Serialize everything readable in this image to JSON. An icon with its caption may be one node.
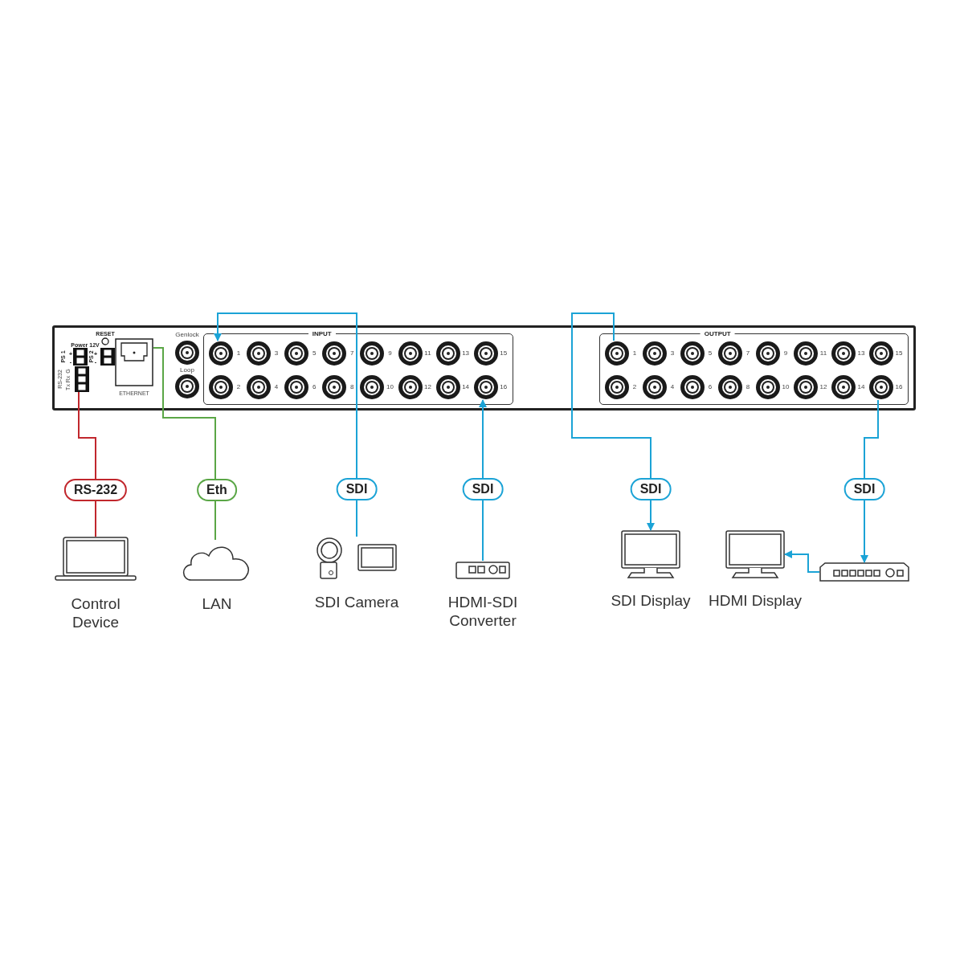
{
  "diagram": {
    "nodes": [
      {
        "text": [],
        "shape": "box"
      },
      {
        "text": [
          "RESET"
        ],
        "in": 0
      },
      {
        "text": [
          "PS 1"
        ],
        "in": 0
      },
      {
        "text": [
          "PS 2"
        ],
        "in": 0
      },
      {
        "text": [
          "RS-232"
        ],
        "in": 0,
        "beside": [
          "Tx",
          "Rx",
          "G"
        ]
      },
      {
        "text": [
          "ETHERNET"
        ],
        "in": 0
      },
      {
        "text": [
          "Genlock"
        ],
        "in": 0
      },
      {
        "text": [
          "Loop"
        ],
        "in": 0
      },
      {
        "text": [
          "INPUT"
        ],
        "in": 0
      },
      {
        "text": [
          "1"
        ],
        "in": 8
      },
      {
        "text": [
          "3"
        ],
        "in": 8
      },
      {
        "text": [
          "5"
        ],
        "in": 8
      },
      {
        "text": [
          "7"
        ],
        "in": 8
      },
      {
        "text": [
          "9"
        ],
        "in": 8
      },
      {
        "text": [
          "11"
        ],
        "in": 8
      },
      {
        "text": [
          "13"
        ],
        "in": 8
      },
      {
        "text": [
          "15"
        ],
        "in": 8
      },
      {
        "text": [
          "2"
        ],
        "in": 8
      },
      {
        "text": [
          "4"
        ],
        "in": 8
      },
      {
        "text": [
          "6"
        ],
        "in": 8
      },
      {
        "text": [
          "8"
        ],
        "in": 8
      },
      {
        "text": [
          "10"
        ],
        "in": 8
      },
      {
        "text": [
          "12"
        ],
        "in": 8
      },
      {
        "text": [
          "14"
        ],
        "in": 8
      },
      {
        "text": [
          "16"
        ],
        "in": 8
      },
      {
        "text": [
          "OUTPUT"
        ],
        "in": 0
      },
      {
        "text": [
          "1"
        ],
        "in": 25
      },
      {
        "text": [
          "3"
        ],
        "in": 25
      },
      {
        "text": [
          "5"
        ],
        "in": 25
      },
      {
        "text": [
          "7"
        ],
        "in": 25
      },
      {
        "text": [
          "9"
        ],
        "in": 25
      },
      {
        "text": [
          "11"
        ],
        "in": 25
      },
      {
        "text": [
          "13"
        ],
        "in": 25
      },
      {
        "text": [
          "15"
        ],
        "in": 25
      },
      {
        "text": [
          "2"
        ],
        "in": 25
      },
      {
        "text": [
          "4"
        ],
        "in": 25
      },
      {
        "text": [
          "6"
        ],
        "in": 25
      },
      {
        "text": [
          "8"
        ],
        "in": 25
      },
      {
        "text": [
          "10"
        ],
        "in": 25
      },
      {
        "text": [
          "12"
        ],
        "in": 25
      },
      {
        "text": [
          "14"
        ],
        "in": 25
      },
      {
        "text": [
          "16"
        ],
        "in": 25
      },
      {
        "text": [
          "Control Device"
        ]
      },
      {
        "text": [
          "LAN"
        ]
      },
      {
        "text": [
          "SDI Camera"
        ]
      },
      {
        "text": [
          "HDMI-SDI Converter"
        ]
      },
      {
        "text": [
          "SDI Display"
        ]
      },
      {
        "text": [
          "HDMI Display"
        ]
      },
      {
        "text": [],
        "shape": "picture"
      }
    ],
    "edges": [
      {
        "from": 4,
        "to": 42,
        "arrow": "none",
        "label": "RS-232",
        "color": "#c1272d"
      },
      {
        "from": 5,
        "to": 43,
        "arrow": "none",
        "label": "Eth",
        "color": "#5aa646"
      },
      {
        "from": 44,
        "to": 9,
        "arrow": "to",
        "label": "SDI"
      },
      {
        "from": 45,
        "to": 24,
        "arrow": "to",
        "label": "SDI"
      },
      {
        "from": 26,
        "to": 46,
        "arrow": "to",
        "label": "SDI"
      },
      {
        "from": 41,
        "to": 48,
        "arrow": "to",
        "label": "SDI"
      },
      {
        "from": 48,
        "to": 47,
        "arrow": "to"
      }
    ],
    "labels": [
      "Power 12V",
      "+",
      "-",
      "+",
      "-"
    ]
  }
}
